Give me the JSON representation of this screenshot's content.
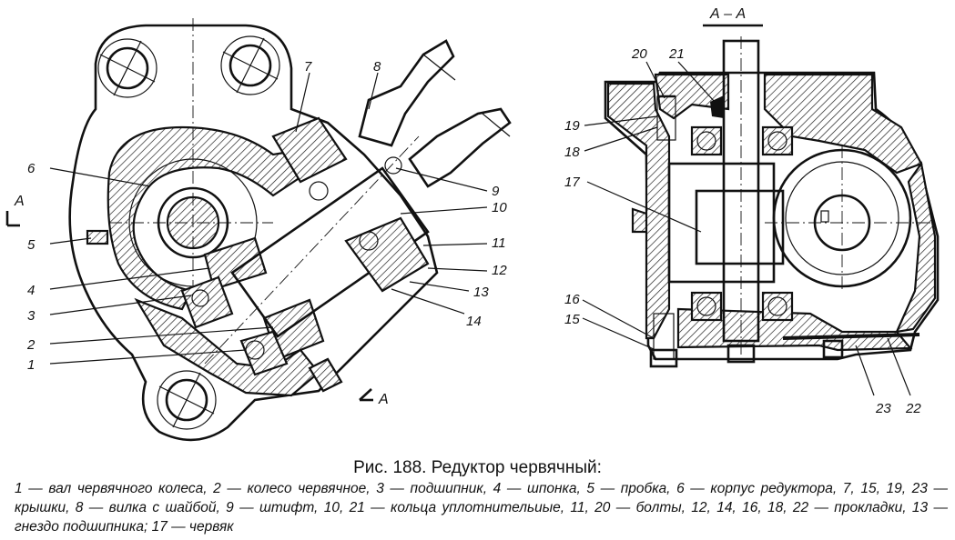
{
  "section_label": "А – А",
  "section_mark": "А",
  "callouts_left": [
    "1",
    "2",
    "3",
    "4",
    "5",
    "6",
    "7",
    "8",
    "9",
    "10",
    "11",
    "12",
    "13",
    "14"
  ],
  "callouts_right": [
    "15",
    "16",
    "17",
    "18",
    "19",
    "20",
    "21",
    "22",
    "23"
  ],
  "caption": {
    "title": "Рис. 188. Редуктор червячный:",
    "body": "1 — вал червячного колеса, 2 — колесо червячное, 3 — подшипник, 4 — шпонка, 5 — пробка, 6 — корпус редуктора, 7, 15, 19, 23 — крышки, 8 — вилка с шайбой, 9 — штифт, 10, 21 — кольца уплотнительиые, 11, 20 — болты, 12, 14, 16, 18, 22 — прокладки, 13 — гнездо подшипника; 17 — червяк"
  }
}
